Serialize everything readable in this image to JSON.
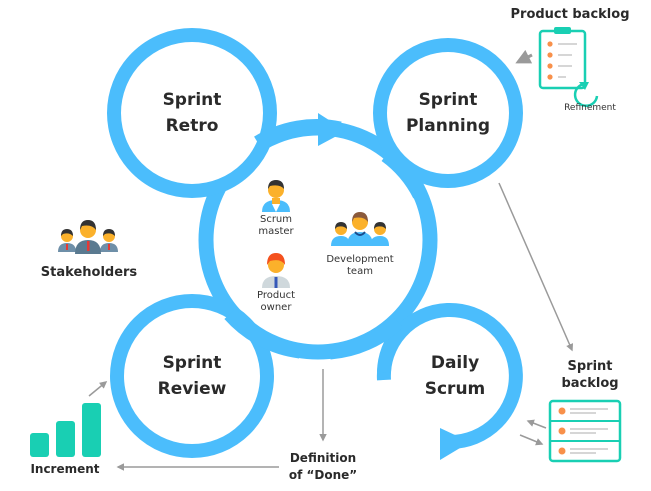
{
  "colors": {
    "ring": "#4bbdfc",
    "teal": "#19cfb3",
    "orange": "#f8904a",
    "arrow_gray": "#9a9a9a",
    "text": "#2a2a2a",
    "skin": "#fbb12b"
  },
  "events": {
    "retro": {
      "line1": "Sprint",
      "line2": "Retro"
    },
    "planning": {
      "line1": "Sprint",
      "line2": "Planning"
    },
    "review": {
      "line1": "Sprint",
      "line2": "Review"
    },
    "daily": {
      "line1": "Daily",
      "line2": "Scrum"
    }
  },
  "roles": {
    "scrum_master": {
      "line1": "Scrum",
      "line2": "master",
      "icon": "person-icon"
    },
    "product_owner": {
      "line1": "Product",
      "line2": "owner",
      "icon": "person-tie-icon"
    },
    "dev_team": {
      "line1": "Development",
      "line2": "team",
      "icon": "group-icon"
    },
    "stakeholders": {
      "label": "Stakeholders",
      "icon": "group-tie-icon"
    }
  },
  "artifacts": {
    "product_backlog": {
      "label": "Product backlog",
      "icon": "clipboard-list-icon",
      "items": 4
    },
    "refinement": {
      "label": "Refinement",
      "icon": "cycle-arrow-icon"
    },
    "sprint_backlog": {
      "line1": "Sprint",
      "line2": "backlog",
      "icon": "stacked-list-icon",
      "items": 3
    },
    "increment": {
      "label": "Increment",
      "icon": "bar-growth-icon"
    },
    "definition_of_done": {
      "line1": "Definition",
      "line2": "of “Done”"
    }
  }
}
